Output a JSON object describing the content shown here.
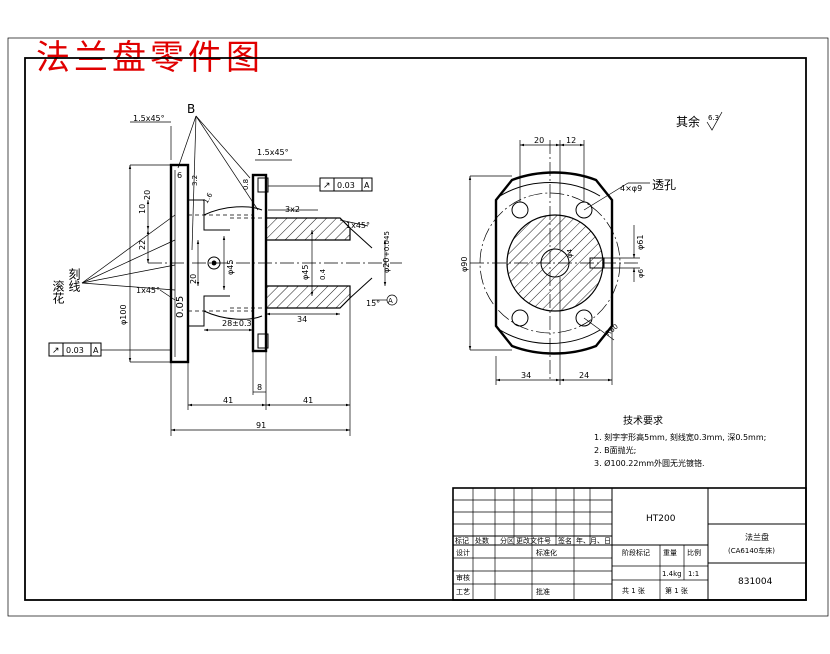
{
  "title": "法兰盘零件图",
  "surface_roughness_other": "其余",
  "roughness_other_value": "6.3",
  "section_label_B": "B",
  "through_hole_label": "透孔",
  "scribe_line_label": "刻线",
  "wheel_grind_label": "滚花",
  "tolerance_frame": {
    "symbol": "↗",
    "value": "0.03",
    "datum": "A"
  },
  "datum_label": "A",
  "front_view": {
    "chamfer_1": "1.5x45°",
    "chamfer_2": "1.5x45°",
    "chamfer_3": "1x45°",
    "chamfer_4": "1x45°",
    "dim_20_top": "20",
    "dim_10": "10",
    "dim_22": "22",
    "dim_6": "6",
    "dim_3x2": "3x2",
    "dim_20_mid": "20",
    "dim_28": "28±0.3",
    "dim_34": "34",
    "dim_8": "8",
    "dim_41_left": "41",
    "dim_41_right": "41",
    "dim_91": "91",
    "dim_phi100": "φ100",
    "dim_phi45": "φ45",
    "dim_phi45b": "φ45",
    "dim_phi20": "φ20",
    "dim_phi20_tol": "+0.045",
    "dim_0_05": "0.05",
    "angle_15": "15°",
    "roughness_32": "3.2",
    "roughness_16": "1.6",
    "roughness_08": "0.8",
    "roughness_04": "0.4"
  },
  "side_view": {
    "dim_20": "20",
    "dim_12": "12",
    "dim_4xphi9": "4×φ9",
    "dim_phi90": "φ90",
    "dim_phi4": "φ4",
    "dim_phi61": "φ61",
    "dim_34": "34",
    "dim_24": "24",
    "dim_r": "R60",
    "dim_phi6": "φ6"
  },
  "requirements": {
    "heading": "技术要求",
    "items": [
      "1. 刻字字形高5mm, 刻线宽0.3mm, 深0.5mm;",
      "2. B面抛光;",
      "3. Ø100.22mm外圆无光镀铬."
    ]
  },
  "title_block": {
    "material": "HT200",
    "part_name": "法兰盘",
    "part_sub": "(CA6140车床)",
    "drawing_no": "831004",
    "weight": "1.4kg",
    "scale": "1:1",
    "stage_label": "阶段标记",
    "weight_label": "重量",
    "scale_label": "比例",
    "sheet_total": "共 1 张",
    "sheet_no": "第 1 张",
    "header_row": [
      "标记",
      "处数",
      "分区",
      "更改文件号",
      "签名",
      "年、月、日"
    ],
    "roles": [
      "设计",
      "审核",
      "工艺"
    ],
    "std_label": "标准化",
    "approve_label": "批准"
  }
}
